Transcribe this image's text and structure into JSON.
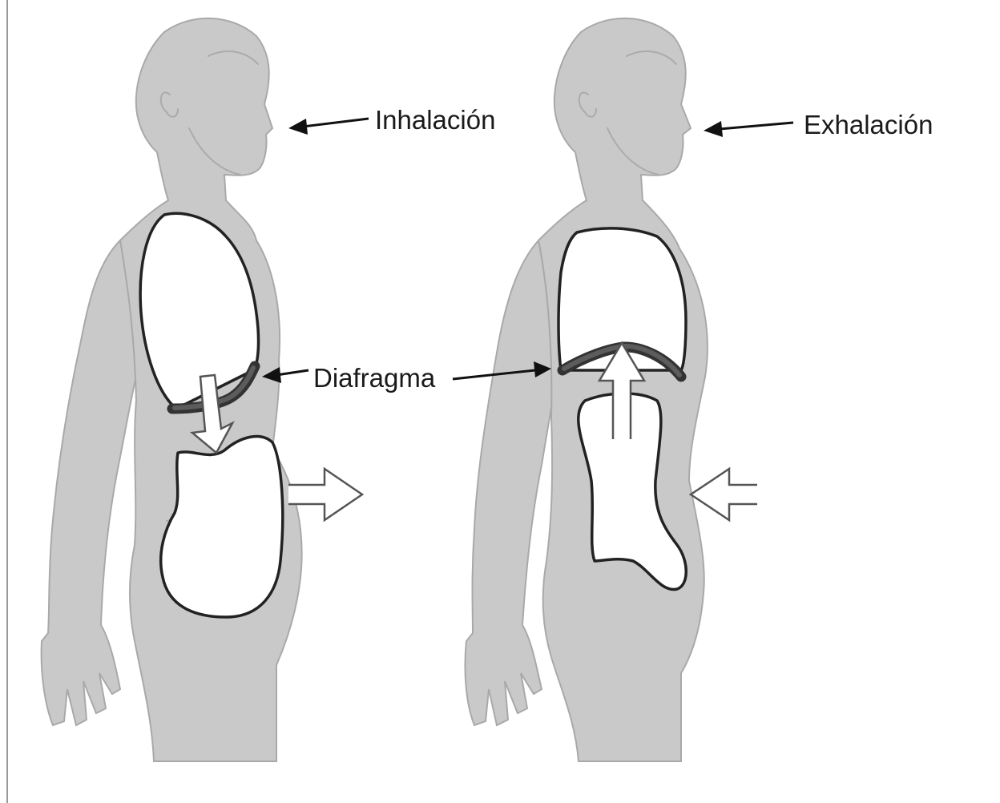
{
  "diagram": {
    "labels": {
      "inhale": "Inhalación",
      "exhale": "Exhalación",
      "diaphragm": "Diafragma"
    },
    "colors": {
      "background": "#ffffff",
      "body": "#c9c9c9",
      "cavity": "#ffffff",
      "outline": "#222222",
      "diaphragm": "#333333",
      "text": "#1a1a1a"
    }
  }
}
